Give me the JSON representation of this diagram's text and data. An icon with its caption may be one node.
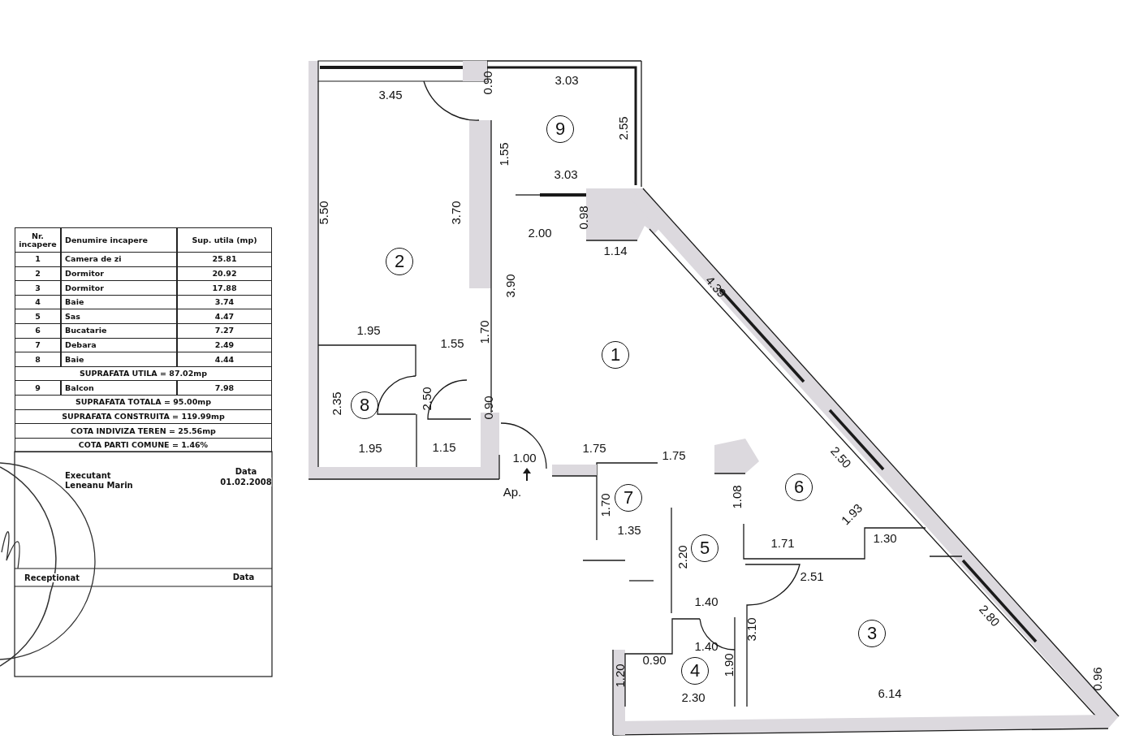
{
  "diagram": {
    "nodes": [
      {
        "text": [
          "1"
        ]
      },
      {
        "text": [
          "2"
        ]
      },
      {
        "text": [
          "3"
        ]
      },
      {
        "text": [
          "4"
        ]
      },
      {
        "text": [
          "5"
        ]
      },
      {
        "text": [
          "6"
        ]
      },
      {
        "text": [
          "7"
        ]
      },
      {
        "text": [
          "8"
        ]
      },
      {
        "text": [
          "9"
        ]
      }
    ],
    "labels": [
      "Nr. incapere",
      "Denumire incapere",
      "Sup. utila (mp)",
      "1",
      "Camera de zi",
      "25.81",
      "2",
      "Dormitor",
      "20.92",
      "3",
      "Dormitor",
      "17.88",
      "4",
      "Baie",
      "3.74",
      "5",
      "Sas",
      "4.47",
      "6",
      "Bucatarie",
      "7.27",
      "7",
      "Debara",
      "2.49",
      "8",
      "Baie",
      "4.44",
      "SUPRAFATA UTILA = 87.02mp",
      "9",
      "Balcon",
      "7.98",
      "SUPRAFATA TOTALA = 95.00mp",
      "SUPRAFATA CONSTRUITA = 119.99mp",
      "COTA INDIVIZA TEREN = 25.56mp",
      "COTA PARTI COMUNE = 1.46%",
      "Executant",
      "Leneanu Marin",
      "Data",
      "01.02.2008",
      "Receptionat",
      "Data",
      "3.45",
      "0.90",
      "3.03",
      "1.55",
      "2.55",
      "3.03",
      "5.50",
      "3.70",
      "2.00",
      "0.98",
      "1.14",
      "3.90",
      "4.39",
      "1.95",
      "1.55",
      "1.70",
      "2.35",
      "2.50",
      "0.90",
      "1.95",
      "1.15",
      "1.00",
      "1.75",
      "1.75",
      "2.50",
      "Ap.",
      "1.70",
      "1.08",
      "1.93",
      "1.35",
      "1.71",
      "1.30",
      "2.20",
      "2.51",
      "1.40",
      "3.10",
      "2.80",
      "1.20",
      "0.90",
      "1.40",
      "1.90",
      "0.96",
      "2.30",
      "6.14"
    ]
  }
}
